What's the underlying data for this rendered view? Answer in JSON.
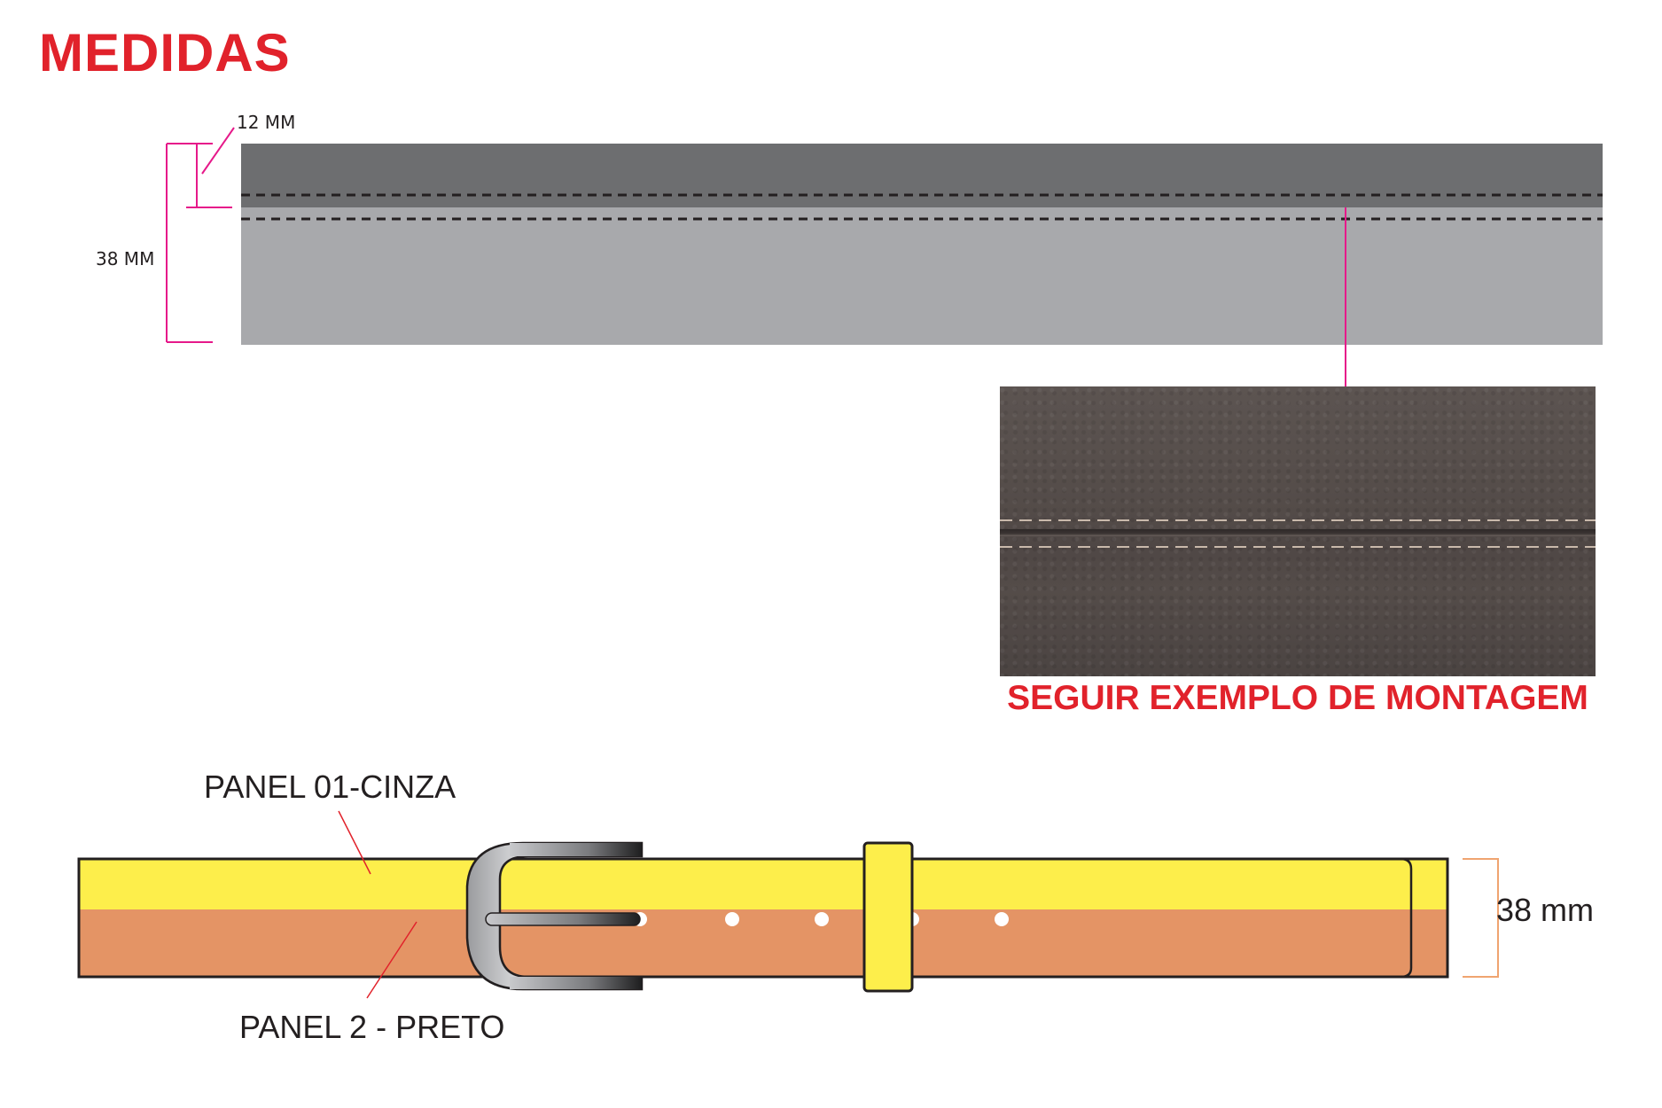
{
  "title": "MEDIDAS",
  "title_color": "#e1222b",
  "caption": "SEGUIR EXEMPLO DE MONTAGEM",
  "caption_color": "#e1222b",
  "top_diagram": {
    "dim_small": "12 MM",
    "dim_total": "38 MM",
    "dimension_line_color": "#e6198a",
    "panel_top_color": "#6d6e70",
    "panel_bottom_color": "#a8a9ac"
  },
  "belt": {
    "panel_1_label": "PANEL 01-CINZA",
    "panel_2_label": "PANEL 2 - PRETO",
    "width_label": "38 mm",
    "panel_1_color": "#fdee4b",
    "panel_2_color": "#e49465",
    "dimension_color": "#f0a470"
  },
  "icons": [
    "leather-stitch-photo",
    "belt-buckle-icon",
    "belt-loop-icon"
  ]
}
